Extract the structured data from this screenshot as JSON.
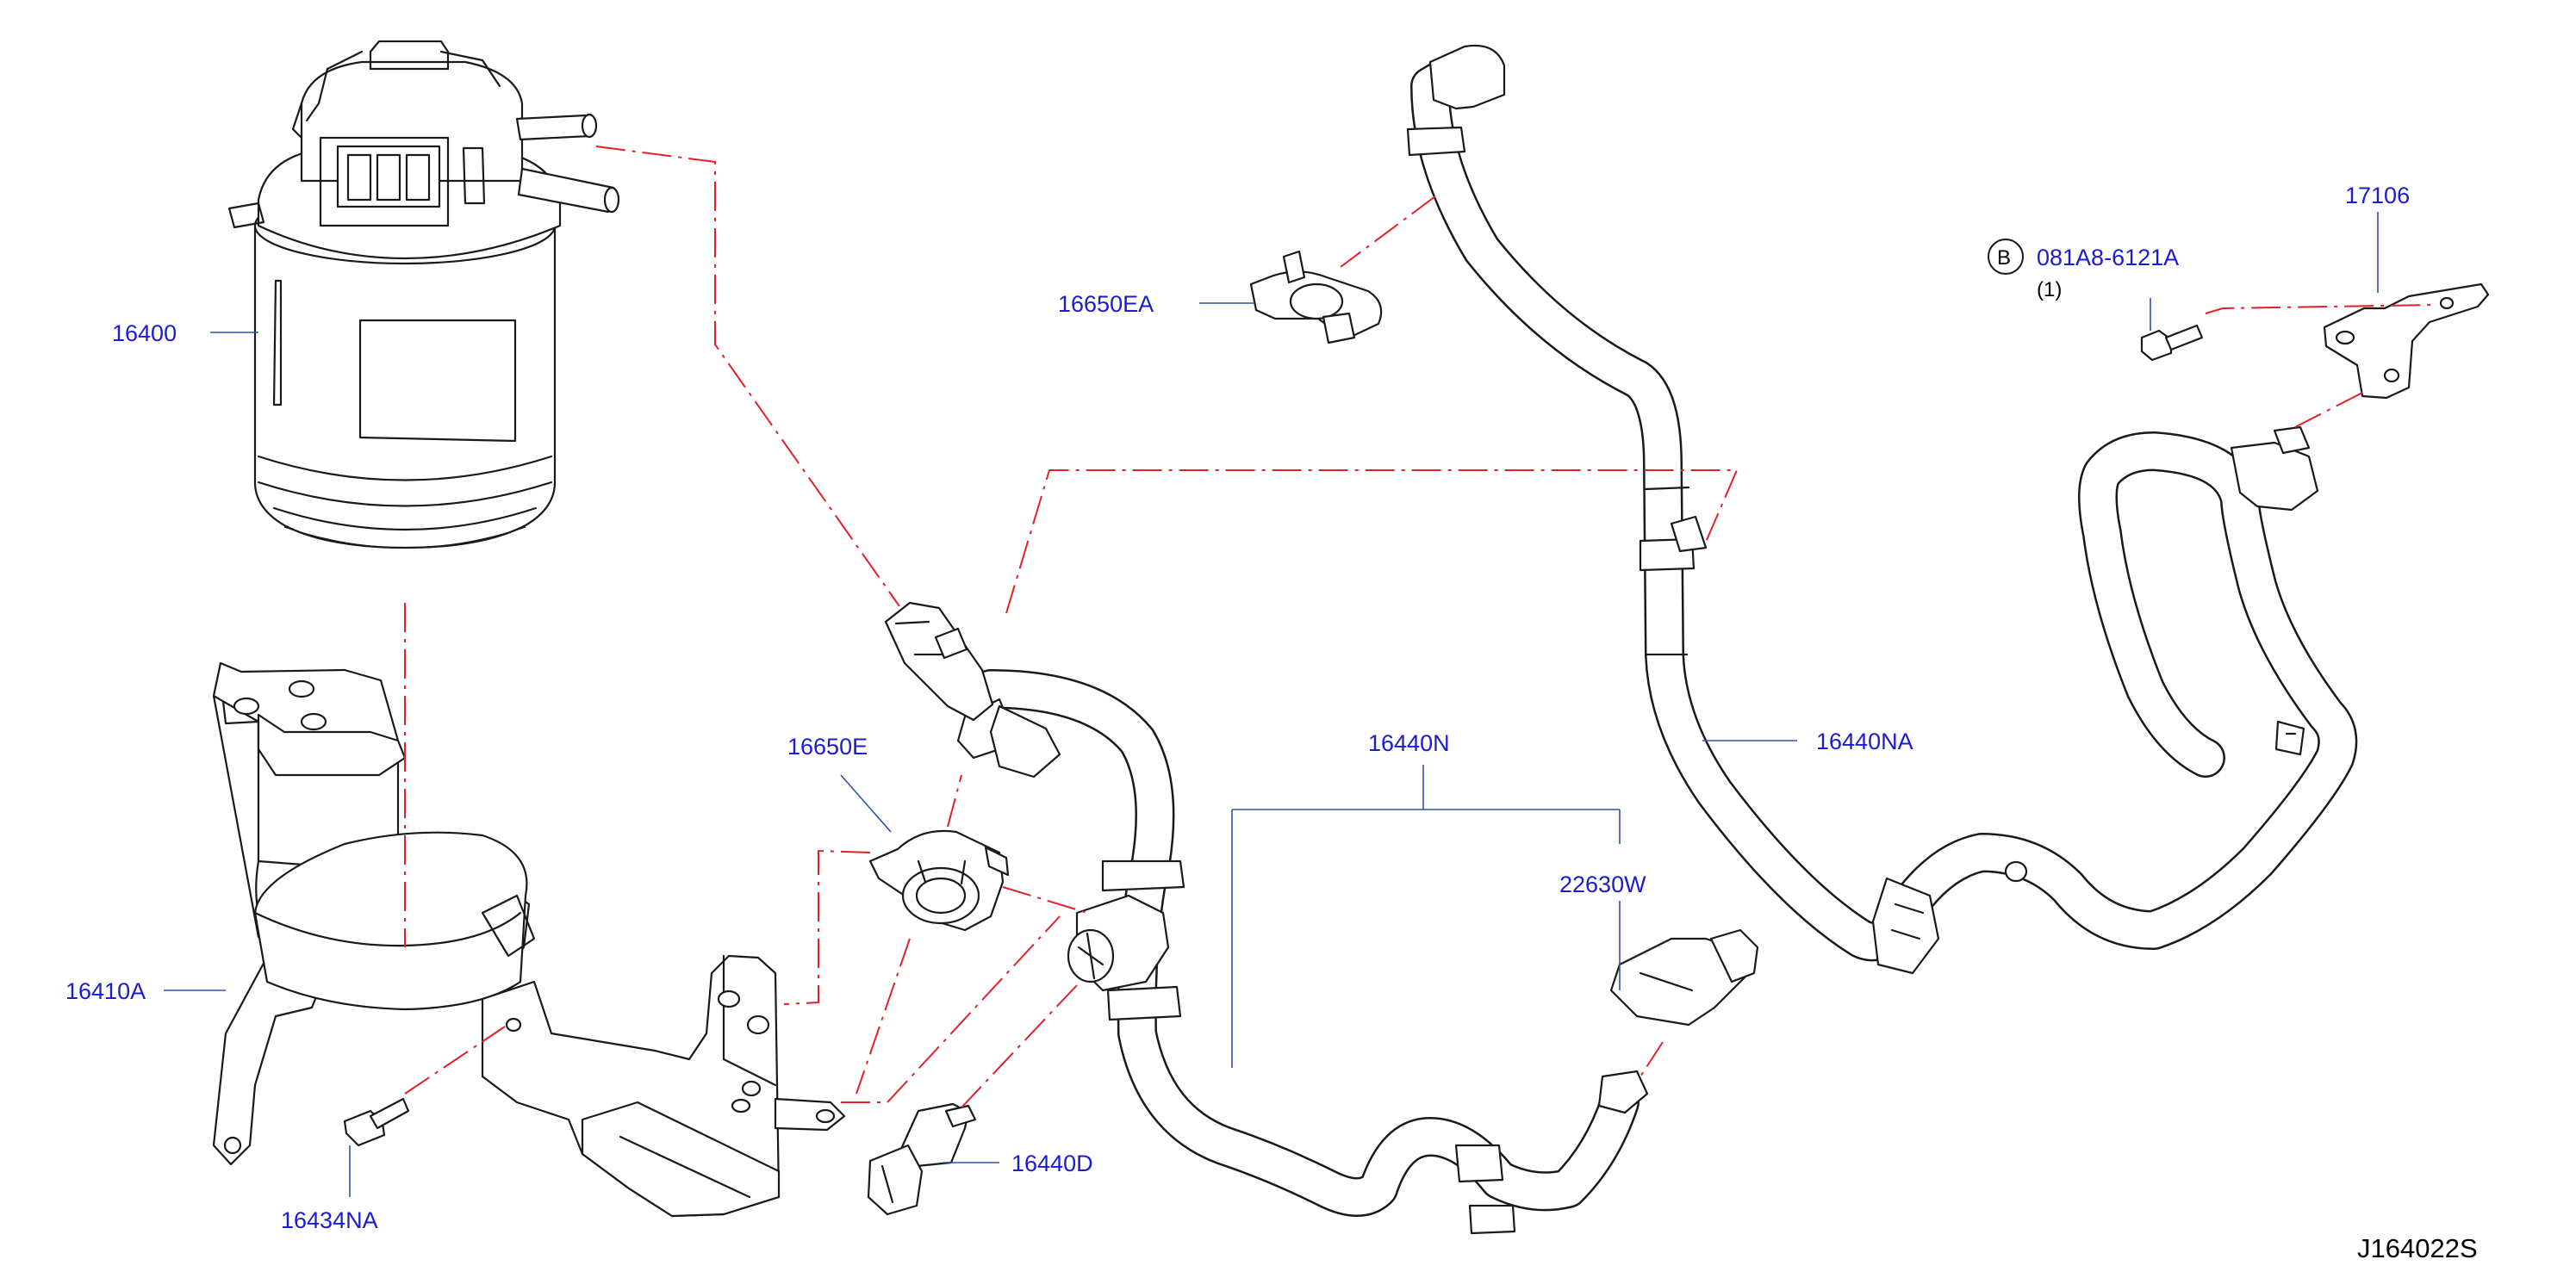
{
  "colors": {
    "label": "#1c1ccf",
    "leader": "#2b55a8",
    "dash": "#e0212a",
    "line": "#1a1a1a"
  },
  "labels": {
    "fuel_filter": "16400",
    "filter_bracket": "16410A",
    "bracket_bolt": "16434NA",
    "clamp_e": "16650E",
    "clamp_ea": "16650EA",
    "sensor": "16440D",
    "hose_n": "16440N",
    "hose_na": "16440NA",
    "fitting": "22630W",
    "bracket": "17106",
    "bolt_code": "081A8-6121A",
    "bolt_marker": "B",
    "bolt_qty": "(1)"
  },
  "drawing_ref": "J164022S"
}
